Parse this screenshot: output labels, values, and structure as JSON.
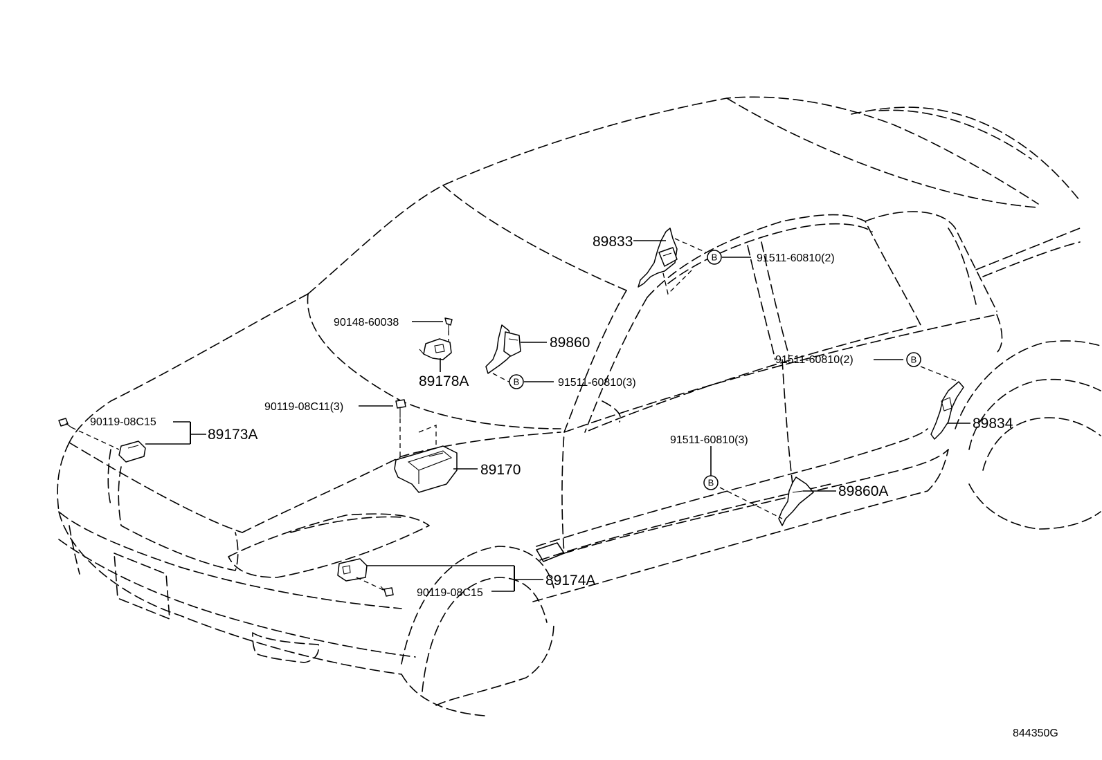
{
  "diagram_id": "844350G",
  "marker_letter": "B",
  "labels": {
    "p89833": "89833",
    "p89860": "89860",
    "p89178A": "89178A",
    "p89173A": "89173A",
    "p89170": "89170",
    "p89834": "89834",
    "p89860A": "89860A",
    "p89174A": "89174A",
    "bolt_90148_60038": "90148-60038",
    "bolt_90119_08C11_3": "90119-08C11(3)",
    "bolt_90119_08C15_front": "90119-08C15",
    "bolt_90119_08C15_lower": "90119-08C15",
    "nut_91511_60810_2_top": "91511-60810(2)",
    "nut_91511_60810_3_center": "91511-60810(3)",
    "nut_91511_60810_2_rear": "91511-60810(2)",
    "nut_91511_60810_3_side": "91511-60810(3)"
  }
}
